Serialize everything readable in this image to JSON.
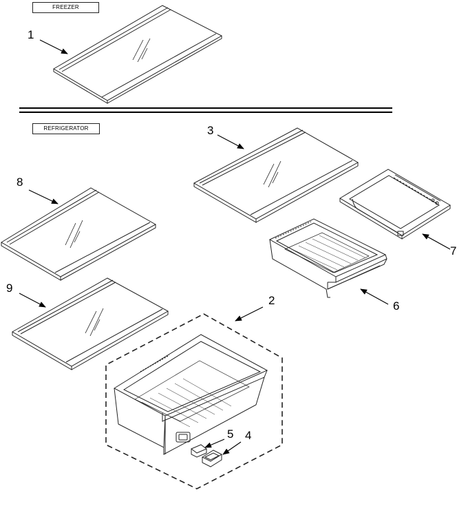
{
  "sections": {
    "freezer": "FREEZER",
    "refrigerator": "REFRIGERATOR"
  },
  "callouts": {
    "c1": "1",
    "c2": "2",
    "c3": "3",
    "c4": "4",
    "c5": "5",
    "c6": "6",
    "c7": "7",
    "c8": "8",
    "c9": "9"
  }
}
